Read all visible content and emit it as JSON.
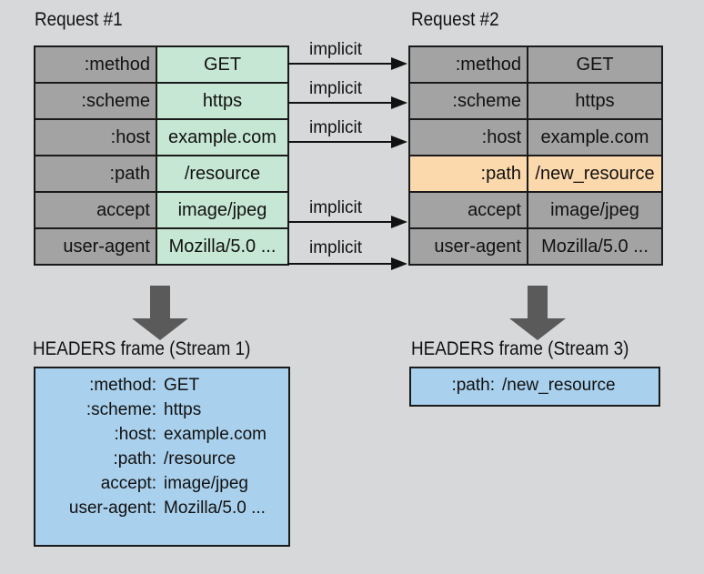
{
  "request1": {
    "title": "Request #1",
    "rows": [
      {
        "key": ":method",
        "value": "GET"
      },
      {
        "key": ":scheme",
        "value": "https"
      },
      {
        "key": ":host",
        "value": "example.com"
      },
      {
        "key": ":path",
        "value": "/resource"
      },
      {
        "key": "accept",
        "value": "image/jpeg"
      },
      {
        "key": "user-agent",
        "value": "Mozilla/5.0 ..."
      }
    ]
  },
  "request2": {
    "title": "Request #2",
    "rows": [
      {
        "key": ":method",
        "value": "GET"
      },
      {
        "key": ":scheme",
        "value": "https"
      },
      {
        "key": ":host",
        "value": "example.com"
      },
      {
        "key": ":path",
        "value": "/new_resource"
      },
      {
        "key": "accept",
        "value": "image/jpeg"
      },
      {
        "key": "user-agent",
        "value": "Mozilla/5.0 ..."
      }
    ]
  },
  "arrows": {
    "label": "implicit"
  },
  "frame1": {
    "title": "HEADERS frame (Stream 1)",
    "rows": [
      {
        "key": ":method:",
        "value": "GET"
      },
      {
        "key": ":scheme:",
        "value": "https"
      },
      {
        "key": ":host:",
        "value": "example.com"
      },
      {
        "key": ":path:",
        "value": "/resource"
      },
      {
        "key": "accept:",
        "value": "image/jpeg"
      },
      {
        "key": "user-agent:",
        "value": "Mozilla/5.0 ..."
      }
    ]
  },
  "frame2": {
    "title": "HEADERS frame (Stream 3)",
    "rows": [
      {
        "key": ":path:",
        "value": "/new_resource"
      }
    ]
  },
  "colors": {
    "background": "#d7d8da",
    "key_cell": "#a3a3a3",
    "request1_value": "#c6e7d4",
    "changed_row": "#fcd9ac",
    "frame_fill": "#a9d0ec",
    "down_arrow": "#5a5a5a"
  }
}
